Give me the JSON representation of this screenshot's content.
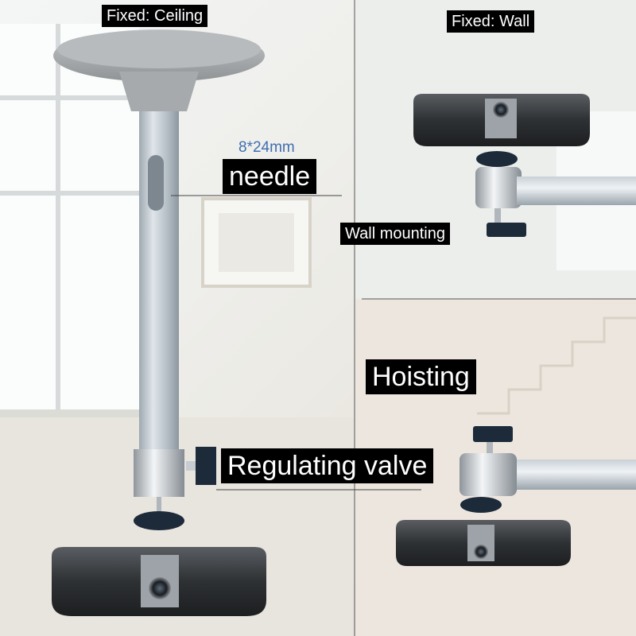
{
  "labels": {
    "fixed_ceiling": "Fixed: Ceiling",
    "fixed_wall": "Fixed: Wall",
    "dimension": "8*24mm",
    "needle": "needle",
    "wall_mounting": "Wall mounting",
    "hoisting": "Hoisting",
    "regulating_valve": "Regulating valve"
  }
}
